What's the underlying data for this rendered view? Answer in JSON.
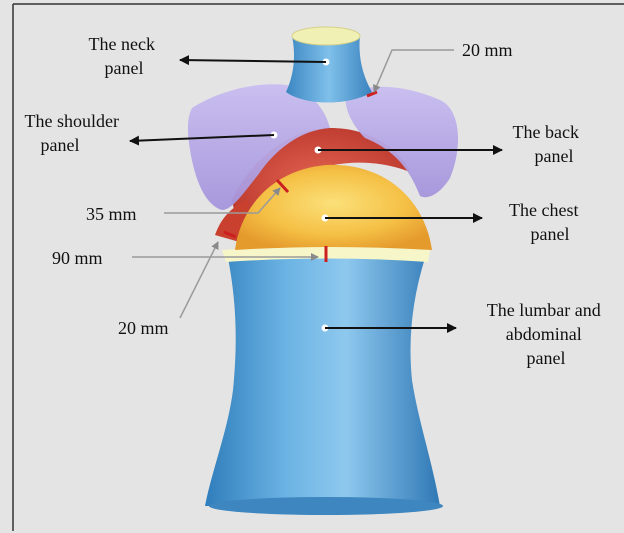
{
  "labels": {
    "neck": [
      "The neck",
      "panel"
    ],
    "shoulder": [
      "The shoulder",
      "panel"
    ],
    "back": [
      "The back",
      "panel"
    ],
    "chest": [
      "The chest",
      "panel"
    ],
    "lumbar": [
      "The lumbar and",
      "abdominal",
      "panel"
    ]
  },
  "measurements": {
    "neck_shoulder": "20 mm",
    "shoulder_chest": "35 mm",
    "chest_side": "90 mm",
    "chest_lumbar": "20 mm"
  },
  "colors": {
    "background": "#e4e4e4",
    "frame": "#333333",
    "neck_lumbar_blue": "#5aa6da",
    "shoulder_purple": "#b6a8e4",
    "back_red": "#d34a3a",
    "chest_yellow": "#f3c242",
    "band_cream": "#f7f6c8",
    "marker_red": "#cc1f1f",
    "leader_gray": "#9a9a9a",
    "arrow_black": "#111111"
  }
}
